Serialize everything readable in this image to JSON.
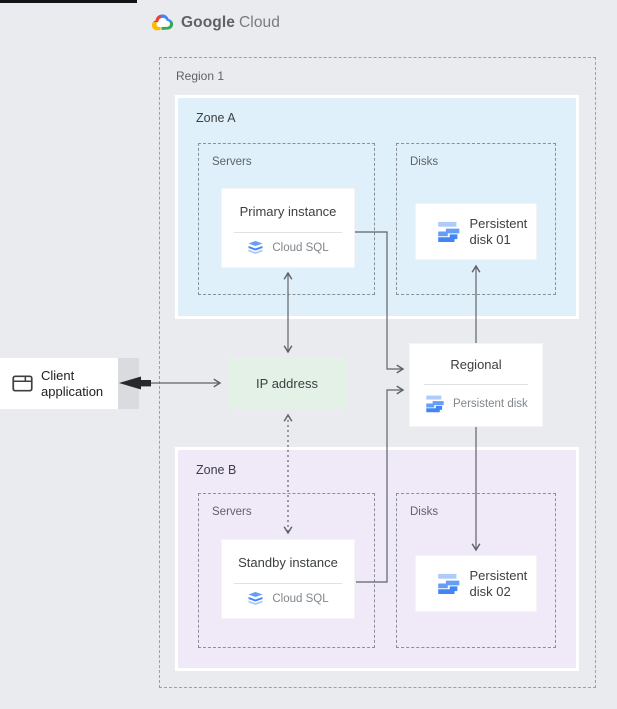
{
  "header": {
    "logo": {
      "part1": "Google",
      "part2": "Cloud"
    }
  },
  "region": {
    "label": "Region 1"
  },
  "zone_a": {
    "label": "Zone A",
    "servers_label": "Servers",
    "disks_label": "Disks",
    "instance_title": "Primary instance",
    "instance_product": "Cloud SQL",
    "disk_title": "Persistent disk 01"
  },
  "zone_b": {
    "label": "Zone B",
    "servers_label": "Servers",
    "disks_label": "Disks",
    "instance_title": "Standby instance",
    "instance_product": "Cloud SQL",
    "disk_title": "Persistent disk 02"
  },
  "regional_disk": {
    "title": "Regional",
    "product": "Persistent disk"
  },
  "ip_box": {
    "label": "IP address"
  },
  "client_box": {
    "label": "Client application"
  },
  "icons": {
    "logo": "google-cloud-logo",
    "instance": "cloud-sql-icon",
    "disk": "persistent-disk-icon",
    "client": "application-window-icon"
  },
  "colors": {
    "page_bg": "#E9EBEE",
    "zone_a_bg": "#DFF0FA",
    "zone_b_bg": "#F0E9F8",
    "ip_bg": "#E4F1E7",
    "line": "#5F6368",
    "accent_blue": "#4285F4",
    "blue_mid": "#669DF6",
    "blue_light": "#AECBFA",
    "logo_red": "#EA4335",
    "logo_yellow": "#FBBC04",
    "logo_green": "#34A853",
    "logo_blue": "#4285F4"
  }
}
